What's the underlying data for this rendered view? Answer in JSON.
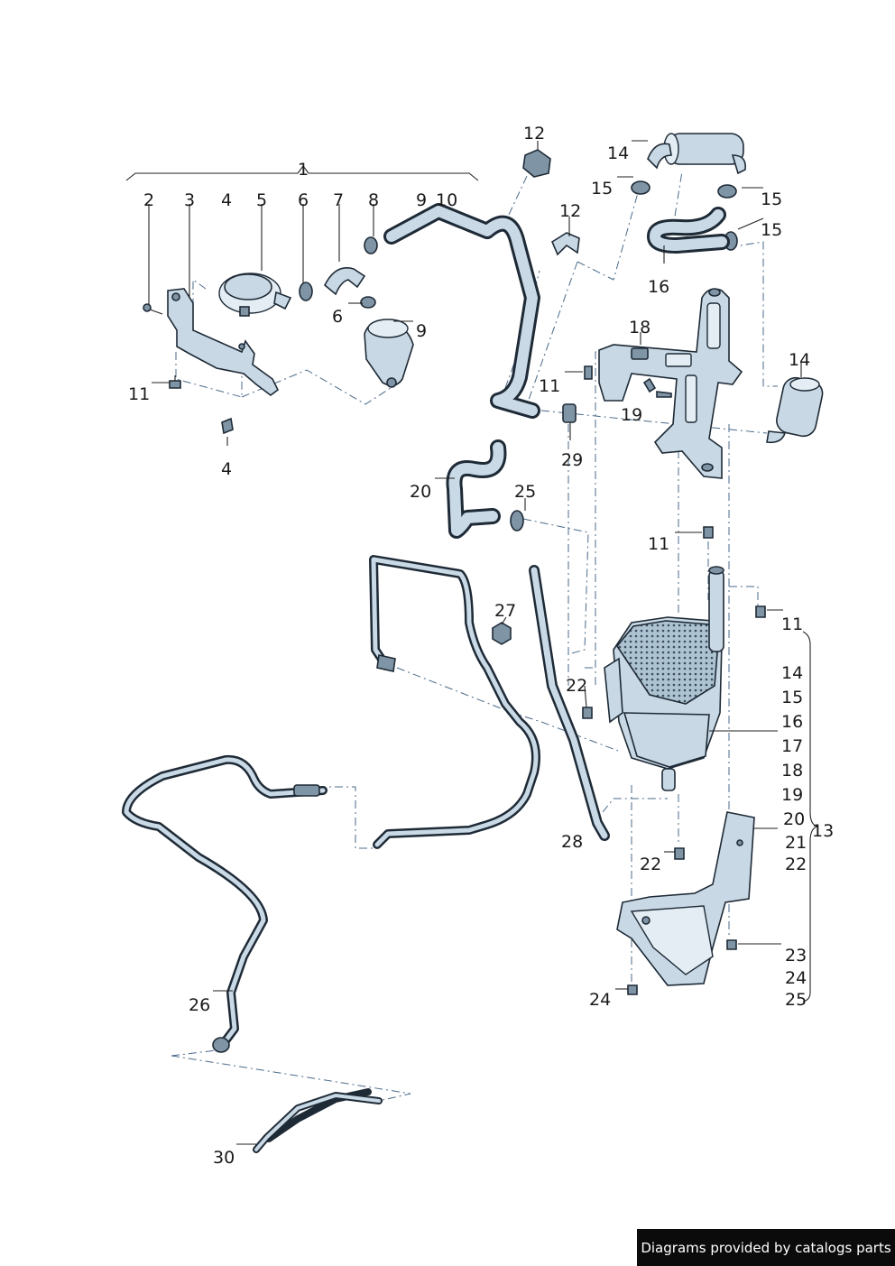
{
  "diagram": {
    "callouts": {
      "c1": "1",
      "c2": "2",
      "c3": "3",
      "c4a": "4",
      "c5": "5",
      "c6a": "6",
      "c7": "7",
      "c8": "8",
      "c9a": "9",
      "c10": "10",
      "c6b": "6",
      "c9b": "9",
      "c11a": "11",
      "c4b": "4",
      "c12a": "12",
      "c12b": "12",
      "c14a": "14",
      "c15a": "15",
      "c15b": "15",
      "c15c": "15",
      "c16": "16",
      "c18": "18",
      "c11b": "11",
      "c19": "19",
      "c14b": "14",
      "c29": "29",
      "c20": "20",
      "c25": "25",
      "c11c": "11",
      "c11d": "11",
      "c27": "27",
      "c22a": "22",
      "c28": "28",
      "c22b": "22",
      "c24a": "24",
      "c26": "26",
      "c30": "30",
      "c13": "13",
      "c23": "23"
    },
    "group_list": [
      "14",
      "15",
      "16",
      "17",
      "18",
      "19",
      "20",
      "21",
      "22",
      "24",
      "25"
    ]
  },
  "footer": {
    "credit": "Diagrams provided by catalogs parts"
  }
}
